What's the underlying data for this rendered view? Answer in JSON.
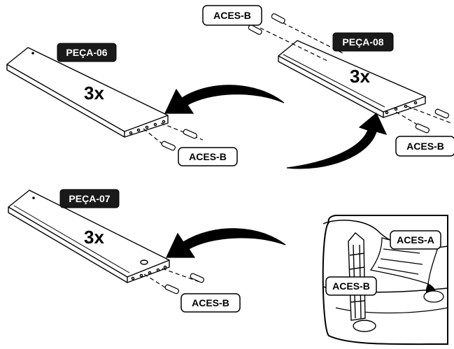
{
  "labels": {
    "piece_06": "PEÇA-06",
    "piece_07": "PEÇA-07",
    "piece_08": "PEÇA-08",
    "qty_06": "3x",
    "qty_07": "3x",
    "qty_08": "3x",
    "aces_b_top": "ACES-B",
    "aces_b_06": "ACES-B",
    "aces_b_08": "ACES-B",
    "aces_b_07": "ACES-B",
    "detail_aces_a": "ACES-A",
    "detail_aces_b": "ACES-B"
  },
  "colors": {
    "ink": "#000000",
    "tag_fill": "#1a1a1a",
    "paper": "#ffffff"
  }
}
